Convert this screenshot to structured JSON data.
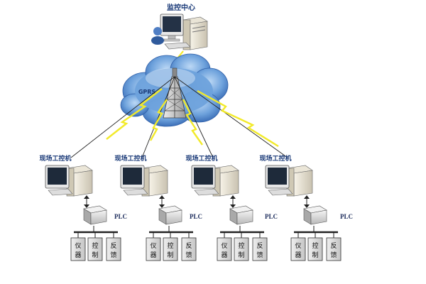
{
  "center": {
    "title": "监控中心"
  },
  "network": {
    "label": "GPRS"
  },
  "sites": [
    {
      "label": "现场工控机",
      "plc_label": "PLC",
      "boxes": [
        [
          "仪",
          "器"
        ],
        [
          "控",
          "制"
        ],
        [
          "反",
          "馈"
        ]
      ]
    },
    {
      "label": "现场工控机",
      "plc_label": "PLC",
      "boxes": [
        [
          "仪",
          "器"
        ],
        [
          "控",
          "制"
        ],
        [
          "反",
          "馈"
        ]
      ]
    },
    {
      "label": "现场工控机",
      "plc_label": "PLC",
      "boxes": [
        [
          "仪",
          "器"
        ],
        [
          "控",
          "制"
        ],
        [
          "反",
          "馈"
        ]
      ]
    },
    {
      "label": "现场工控机",
      "plc_label": "PLC",
      "boxes": [
        [
          "仪",
          "器"
        ],
        [
          "控",
          "制"
        ],
        [
          "反",
          "馈"
        ]
      ]
    }
  ],
  "colors": {
    "label_text": "#1a3a78",
    "cloud_fill": "#5f95d6",
    "lightning": "#f2ea2a"
  }
}
